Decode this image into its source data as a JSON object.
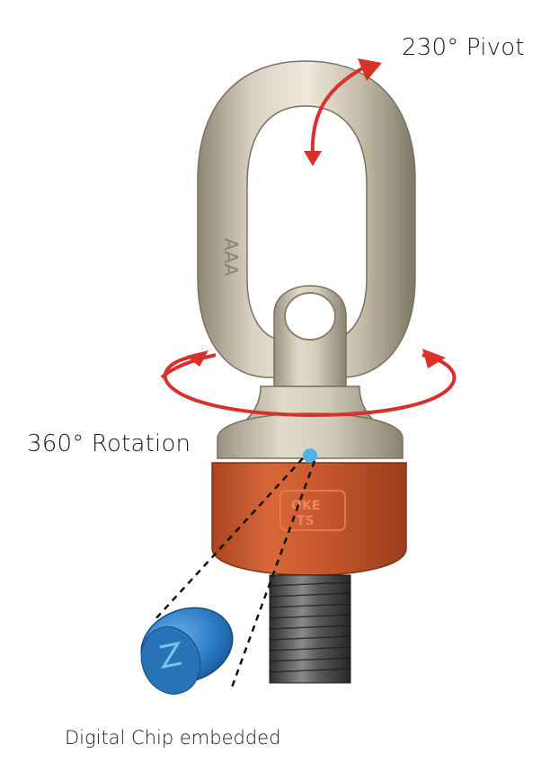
{
  "labels": {
    "pivot": "230° Pivot",
    "rotation": "360° Rotation",
    "chip": "Digital Chip embedded"
  },
  "embossing": {
    "ring_marking": "AAA",
    "collar_marking_top": "OKE",
    "collar_marking_bottom": "TS"
  },
  "colors": {
    "background": "#ffffff",
    "arrow": "#d6312b",
    "steel": "#c9c0ad",
    "collar": "#c8582e",
    "thread": "#4a4a4a",
    "chip": "#2f7fc9",
    "chip_dot": "#4fb3e6",
    "text": "#1a1a1a"
  },
  "icons": {
    "pivot_arrow": "curved-double-arrow-icon",
    "rotation_arrow": "circular-rotation-arrow-icon",
    "chip_dot": "dot-icon"
  }
}
